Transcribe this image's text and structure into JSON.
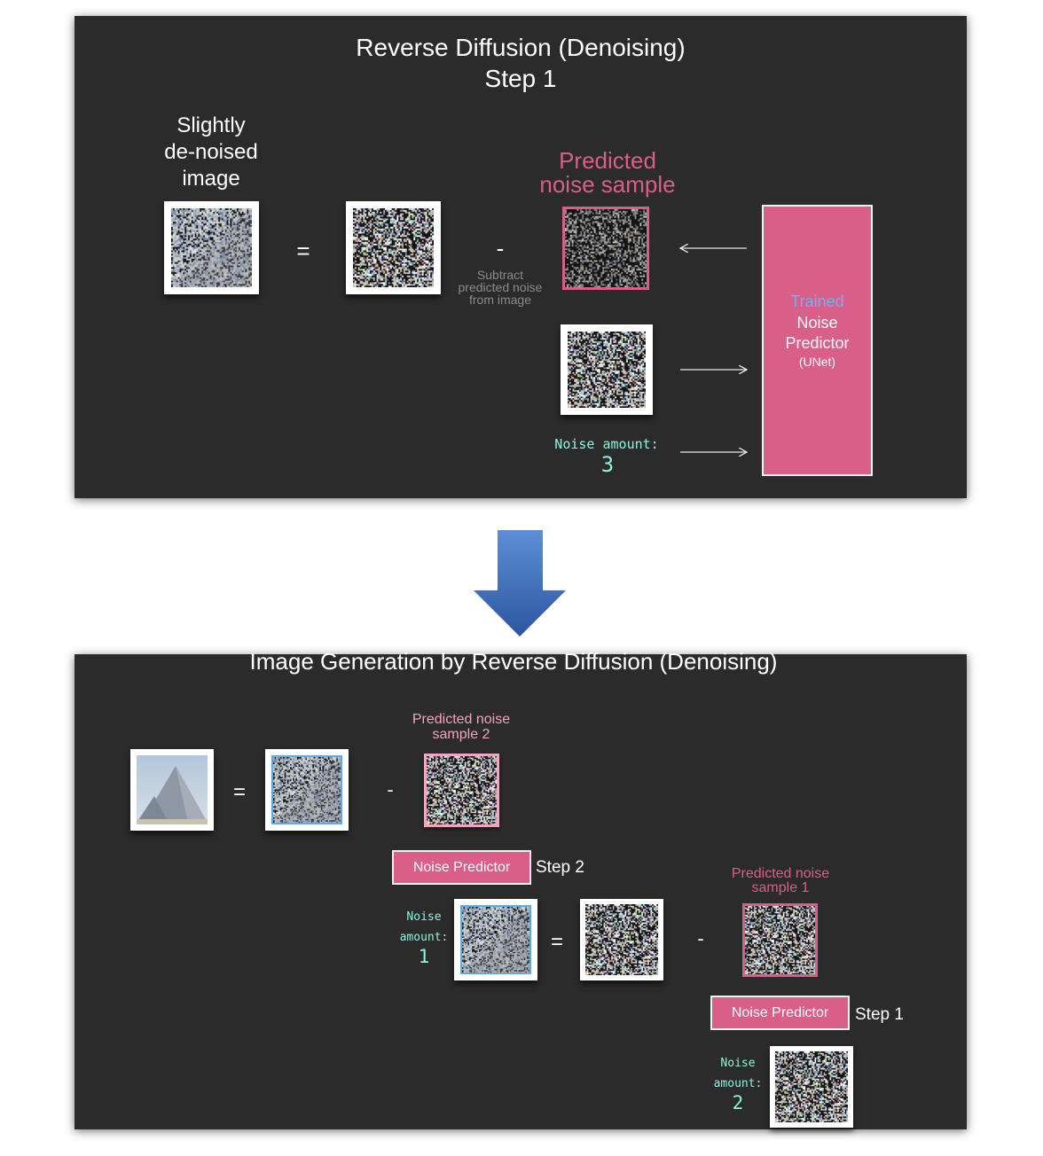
{
  "top": {
    "title_line1": "Reverse Diffusion (Denoising)",
    "title_line2": "Step 1",
    "result_label_l1": "Slightly",
    "result_label_l2": "de-noised",
    "result_label_l3": "image",
    "equals": "=",
    "minus": "-",
    "subtract_l1": "Subtract",
    "subtract_l2": "predicted noise",
    "subtract_l3": "from image",
    "predicted_l1": "Predicted",
    "predicted_l2": "noise sample",
    "predictor_trained": "Trained",
    "predictor_l1": "Noise",
    "predictor_l2": "Predictor",
    "predictor_l3": "(UNet)",
    "noise_amount_label": "Noise amount:",
    "noise_amount_value": "3"
  },
  "bottom": {
    "title": "Image Generation by Reverse Diffusion (Denoising)",
    "equals": "=",
    "minus": "-",
    "pred2_l1": "Predicted noise",
    "pred2_l2": "sample 2",
    "noise_predictor": "Noise Predictor",
    "step2": "Step 2",
    "noise_l1": "Noise",
    "noise_l2": "amount:",
    "noise_value_1": "1",
    "pred1_l1": "Predicted noise",
    "pred1_l2": "sample 1",
    "step1": "Step 1",
    "noise_value_2": "2"
  },
  "colors": {
    "panel_bg": "#2b2b2b",
    "accent_pink": "#d95f89",
    "accent_blue": "#6fb3f0",
    "mono_text": "#8ff2dd",
    "arrow_blue": "#3d6bb8"
  }
}
